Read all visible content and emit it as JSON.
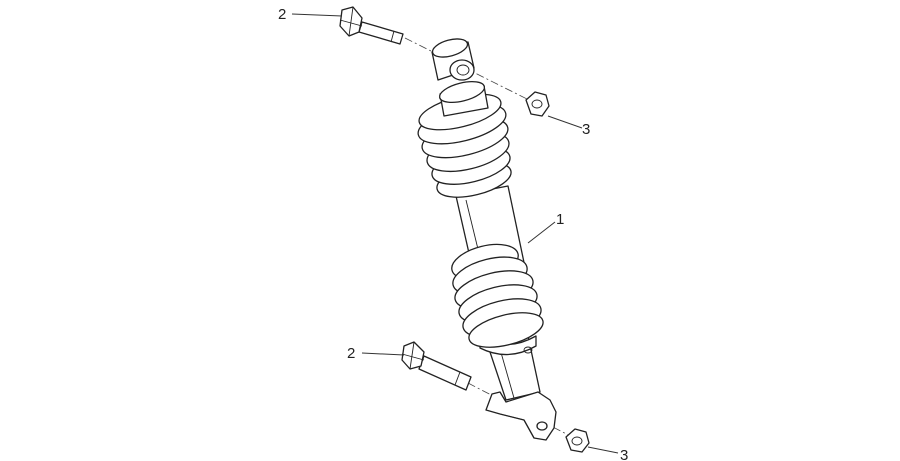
{
  "callouts": {
    "shock_absorber": "1",
    "upper_bolt": "2",
    "upper_nut": "3",
    "lower_bolt": "2",
    "lower_nut": "3"
  }
}
